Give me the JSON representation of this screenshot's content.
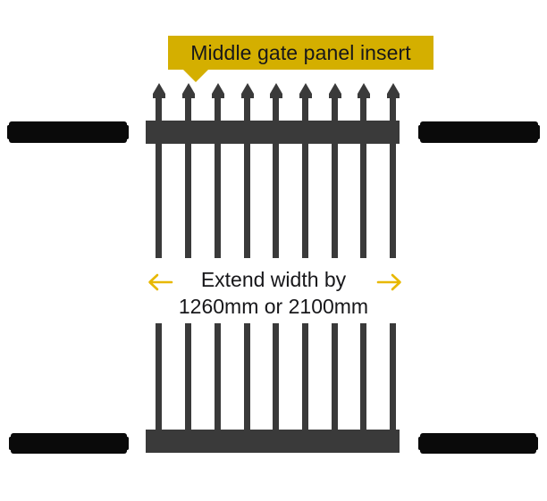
{
  "diagram": {
    "title_callout": {
      "label": "Middle gate panel insert",
      "bg_color": "#d4af00",
      "text_color": "#17171a",
      "name": "middle-gate-panel-insert-callout"
    },
    "annotation": {
      "line1": "Extend width by",
      "line2": "1260mm or 2100mm",
      "arrow_color": "#e8b800",
      "text_color": "#17171a",
      "left_arrow": "arrow-left",
      "right_arrow": "arrow-right"
    },
    "panel": {
      "bar_count": 9,
      "bar_color": "#3a3a3a",
      "rail_color": "#3a3a3a",
      "post_color": "#0a0a0a"
    },
    "posts": [
      {
        "id": "top-left-post",
        "label": "fence post"
      },
      {
        "id": "top-right-post",
        "label": "fence post"
      },
      {
        "id": "bottom-left-post",
        "label": "fence post"
      },
      {
        "id": "bottom-right-post",
        "label": "fence post"
      }
    ],
    "panels": [
      {
        "id": "upper-gate-panel",
        "label": "upper gate panel with spear tips"
      },
      {
        "id": "lower-gate-panel",
        "label": "lower gate panel with bottom rail"
      }
    ]
  }
}
